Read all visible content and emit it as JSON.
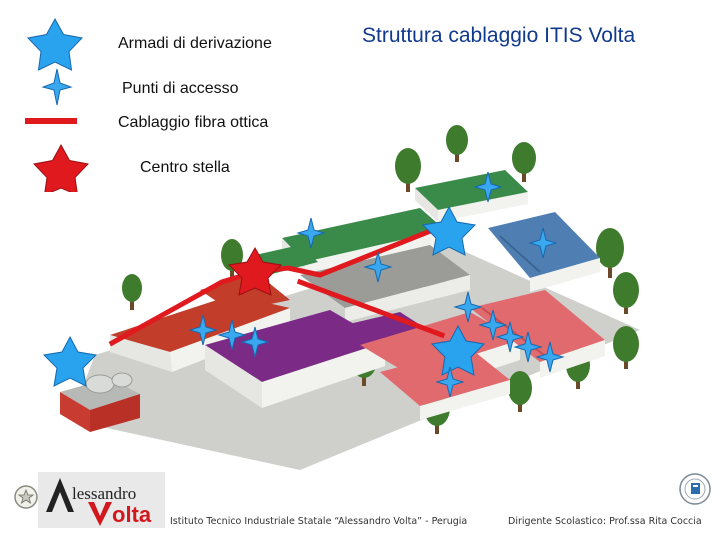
{
  "title": "Struttura cablaggio ITIS Volta",
  "legend": {
    "armadi": "Armadi di derivazione",
    "punti": "Punti di accesso",
    "fibra": "Cablaggio fibra ottica",
    "centro": "Centro stella"
  },
  "colors": {
    "armadi_star": "#2aa3ee",
    "access_point": "#3aa8ef",
    "fiber": "#e0191f",
    "centro_star": "#e0191f"
  },
  "logo": {
    "wordmark_top": "lessandro",
    "wordmark_bottom": "olta"
  },
  "footer": {
    "institute": "Istituto Tecnico Industriale Statale “Alessandro Volta” - Perugia",
    "principal": "Dirigente Scolastico: Prof.ssa Rita Coccia"
  },
  "icons": {
    "emblem": "republic-emblem-icon",
    "quality": "quality-certification-icon"
  }
}
